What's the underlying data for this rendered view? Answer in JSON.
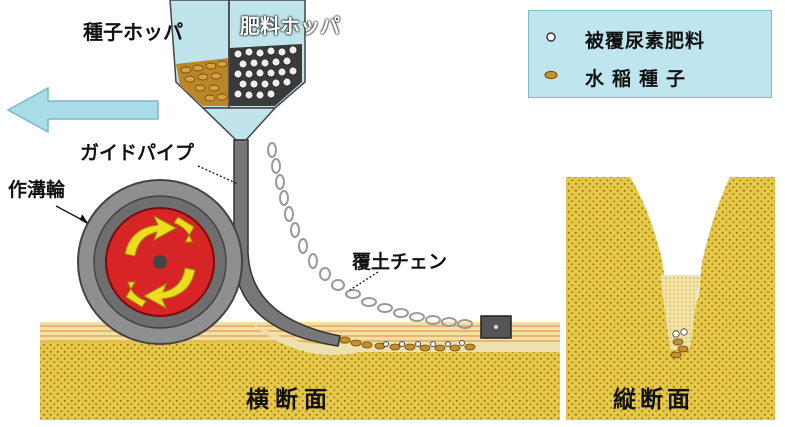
{
  "labels": {
    "seed_hopper": "種子ホッパ",
    "fertilizer_hopper": "肥料ホッパ",
    "guide_pipe": "ガイドパイプ",
    "furrow_wheel": "作溝輪",
    "covering_chain": "覆土チェン",
    "cross_section": "横断面",
    "longitudinal_section": "縦断面"
  },
  "legend": {
    "items": [
      {
        "label": "被覆尿素肥料",
        "icon": "fertilizer-granule-icon"
      },
      {
        "label": "水稲種子",
        "icon": "rice-seed-icon"
      }
    ]
  },
  "colors": {
    "soil": "#e6c84a",
    "soil_dot": "#9c7d10",
    "wheel_tire": "#8f8f8f",
    "wheel_hub": "#d72424",
    "wheel_arrows": "#f0dc1e",
    "legend_bg": "#bfe6ee",
    "direction_arrow": "#a8dde8",
    "seed": "#c8902a"
  }
}
